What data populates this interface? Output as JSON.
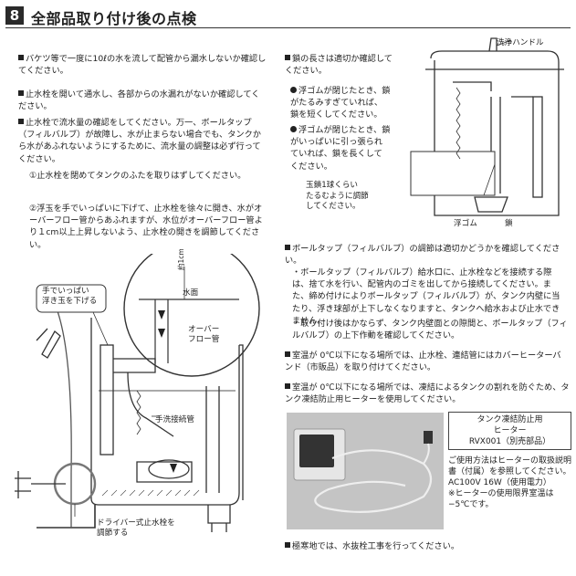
{
  "header": {
    "number": "8",
    "title": "全部品取り付け後の点検"
  },
  "left": {
    "p1": "バケツ等で一度に10ℓの水を流して配管から漏水しないか確認してください。",
    "p2": "止水栓を開いて通水し、各部からの水漏れがないか確認してください。",
    "p3": "止水栓で流水量の確認をしてください。万一、ボールタップ（フィルバルブ）が故障し、水が止まらない場合でも、タンクから水があふれないようにするために、流水量の調整は必ず行ってください。",
    "step1": "①止水栓を閉めてタンクのふたを取りはずしてください。",
    "step2": "②浮玉を手でいっぱいに下げて、止水栓を徐々に開き、水がオーバーフロー管からあふれますが、水位がオーバーフロー管より１cm以上上昇しないよう、止水栓の開きを調節してください。"
  },
  "diagram_left": {
    "callout": "手でいっぱい\n浮き玉を下げる",
    "water_surface": "水面",
    "about_1cm": "約1cm",
    "overflow_pipe": "オーバー\nフロー管",
    "flush_pipe": "手洗接続管",
    "driver_valve": "ドライバー式止水栓を\n調節する"
  },
  "right": {
    "chain_title": "鎖の長さは適切か確認して\nください。",
    "chain_b1": "浮ゴムが閉じたとき、鎖\nがたるみすぎていれば、\n鎖を短くしてください。",
    "chain_b2": "浮ゴムが閉じたとき、鎖\nがいっぱいに引っ張られ\nていれば、鎖を長くして\nください。",
    "ballcock_title": "ボールタップ（フィルバルブ）の調節は適切かどうかを確認してください。",
    "ballcock_b1": "・ボールタップ（フィルバルブ）給水口に、止水栓などを接続する際は、捨て水を行い、配管内のゴミを出してから接続してください。また、締め付けによりボールタップ（フィルバルブ）が、タンク内壁に当たり、浮き球部が上下しなくなりますと、タンクへ給水および止水できません。",
    "ballcock_b2": "・取り付け後はかならず、タンク内壁面との隙間と、ボールタップ（フィルバルブ）の上下作動を確認してください。",
    "cold1": "室温が 0℃以下になる場所では、止水栓、連結管にはカバーヒーターバンド（市販品）を取り付けてください。",
    "cold2": "室温が 0℃以下になる場所では、凍結によるタンクの割れを防ぐため、タンク凍結防止用ヒーターを使用してください。",
    "cold3": "極寒地では、水抜栓工事を行ってください。"
  },
  "diagram_right": {
    "handle": "洗浄ハンドル",
    "chain_slack": "玉鎖1球くらい\nたるむように調節\nしてください。",
    "float_rubber": "浮ゴム",
    "chain": "鎖"
  },
  "heater": {
    "title": "タンク凍結防止用\nヒーター\nRVX001（別売部品）",
    "note": "ご使用方法はヒーターの取扱説明書（付属）を参照してください。\nAC100V 16W（使用電力）\n※ヒーターの使用限界室温は−5℃です。"
  }
}
